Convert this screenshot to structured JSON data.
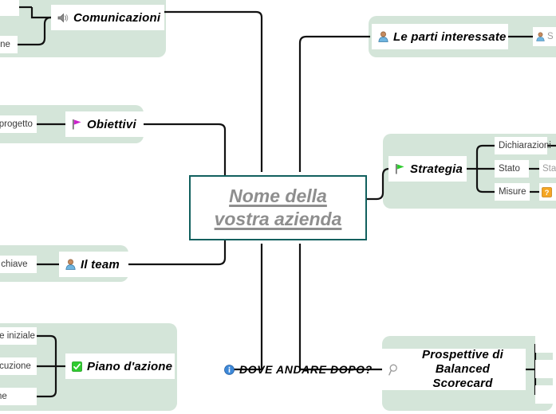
{
  "diagram": {
    "type": "mind-map",
    "language": "it",
    "background_color": "#ffffff",
    "panel_color": "#d4e5d9",
    "connector_color": "#121212",
    "center_border_color": "#11605e",
    "center_text_color": "#8e8e8e"
  },
  "center": {
    "name": "central-topic",
    "line1": "Nome della",
    "line2": "vostra azienda"
  },
  "branches": {
    "comunicazioni": {
      "label": "Comunicazioni",
      "icon": "speaker-icon",
      "children": [
        {
          "label": "azione",
          "truncated": true
        },
        {
          "label": "",
          "truncated": true
        }
      ]
    },
    "parti_interessate": {
      "label": "Le parti interessate",
      "icon": "person-icon",
      "children": [
        {
          "label": "S",
          "icon": "person-icon",
          "truncated": true
        }
      ]
    },
    "obiettivi": {
      "label": "Obiettivi",
      "icon": "flag-purple-icon",
      "children": [
        {
          "label": "l progetto",
          "truncated": true
        }
      ]
    },
    "strategia": {
      "label": "Strategia",
      "icon": "flag-green-icon",
      "children": [
        {
          "label": "Dichiarazioni",
          "child": {
            "label": "",
            "truncated": true
          }
        },
        {
          "label": "Stato",
          "child": {
            "label": "Stat",
            "truncated": true,
            "dim": true
          }
        },
        {
          "label": "Misure",
          "child": {
            "label": "",
            "icon": "help-orange-icon",
            "truncated": true
          }
        }
      ]
    },
    "il_team": {
      "label": "Il team",
      "icon": "person-icon",
      "children": [
        {
          "label": "li chiave",
          "truncated": true
        }
      ]
    },
    "piano_azione": {
      "label": "Piano d'azione",
      "icon": "checkbox-green-icon",
      "children": [
        {
          "label": "ase iniziale",
          "truncated": true
        },
        {
          "label": "secuzione",
          "truncated": true
        },
        {
          "label": "ione",
          "truncated": true
        }
      ]
    },
    "dove_andare_dopo": {
      "label": "DOVE ANDARE DOPO?",
      "icon": "info-blue-icon",
      "children": []
    },
    "balanced_scorecard": {
      "label_line1": "Prospettive di",
      "label_line2": "Balanced Scorecard",
      "icon": "magnifier-icon",
      "children": [
        {
          "label": "",
          "truncated": true
        },
        {
          "label": "",
          "truncated": true
        },
        {
          "label": "",
          "truncated": true
        }
      ]
    }
  }
}
